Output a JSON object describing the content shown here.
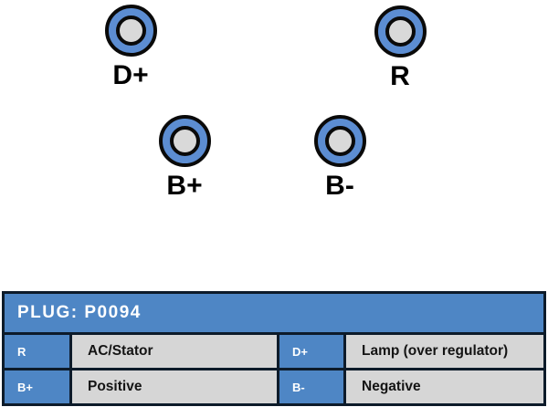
{
  "colors": {
    "table_blue": "#4E86C5",
    "border_navy": "#0D1B2A",
    "cell_gray": "#D6D6D6",
    "pin_ring_blue": "#5C8DD2",
    "pin_core_gray": "#D9D9D9",
    "pin_outline_black": "#0A0A0A"
  },
  "diagram": {
    "pins": [
      {
        "id": "dplus",
        "label": "D+"
      },
      {
        "id": "r",
        "label": "R"
      },
      {
        "id": "bplus",
        "label": "B+"
      },
      {
        "id": "bminus",
        "label": "B-"
      }
    ]
  },
  "table": {
    "title": "PLUG: P0094",
    "rows": [
      {
        "cells": [
          {
            "pin": "R",
            "desc": "AC/Stator"
          },
          {
            "pin": "D+",
            "desc": "Lamp (over regulator)"
          }
        ]
      },
      {
        "cells": [
          {
            "pin": "B+",
            "desc": "Positive"
          },
          {
            "pin": "B-",
            "desc": "Negative"
          }
        ]
      }
    ]
  }
}
